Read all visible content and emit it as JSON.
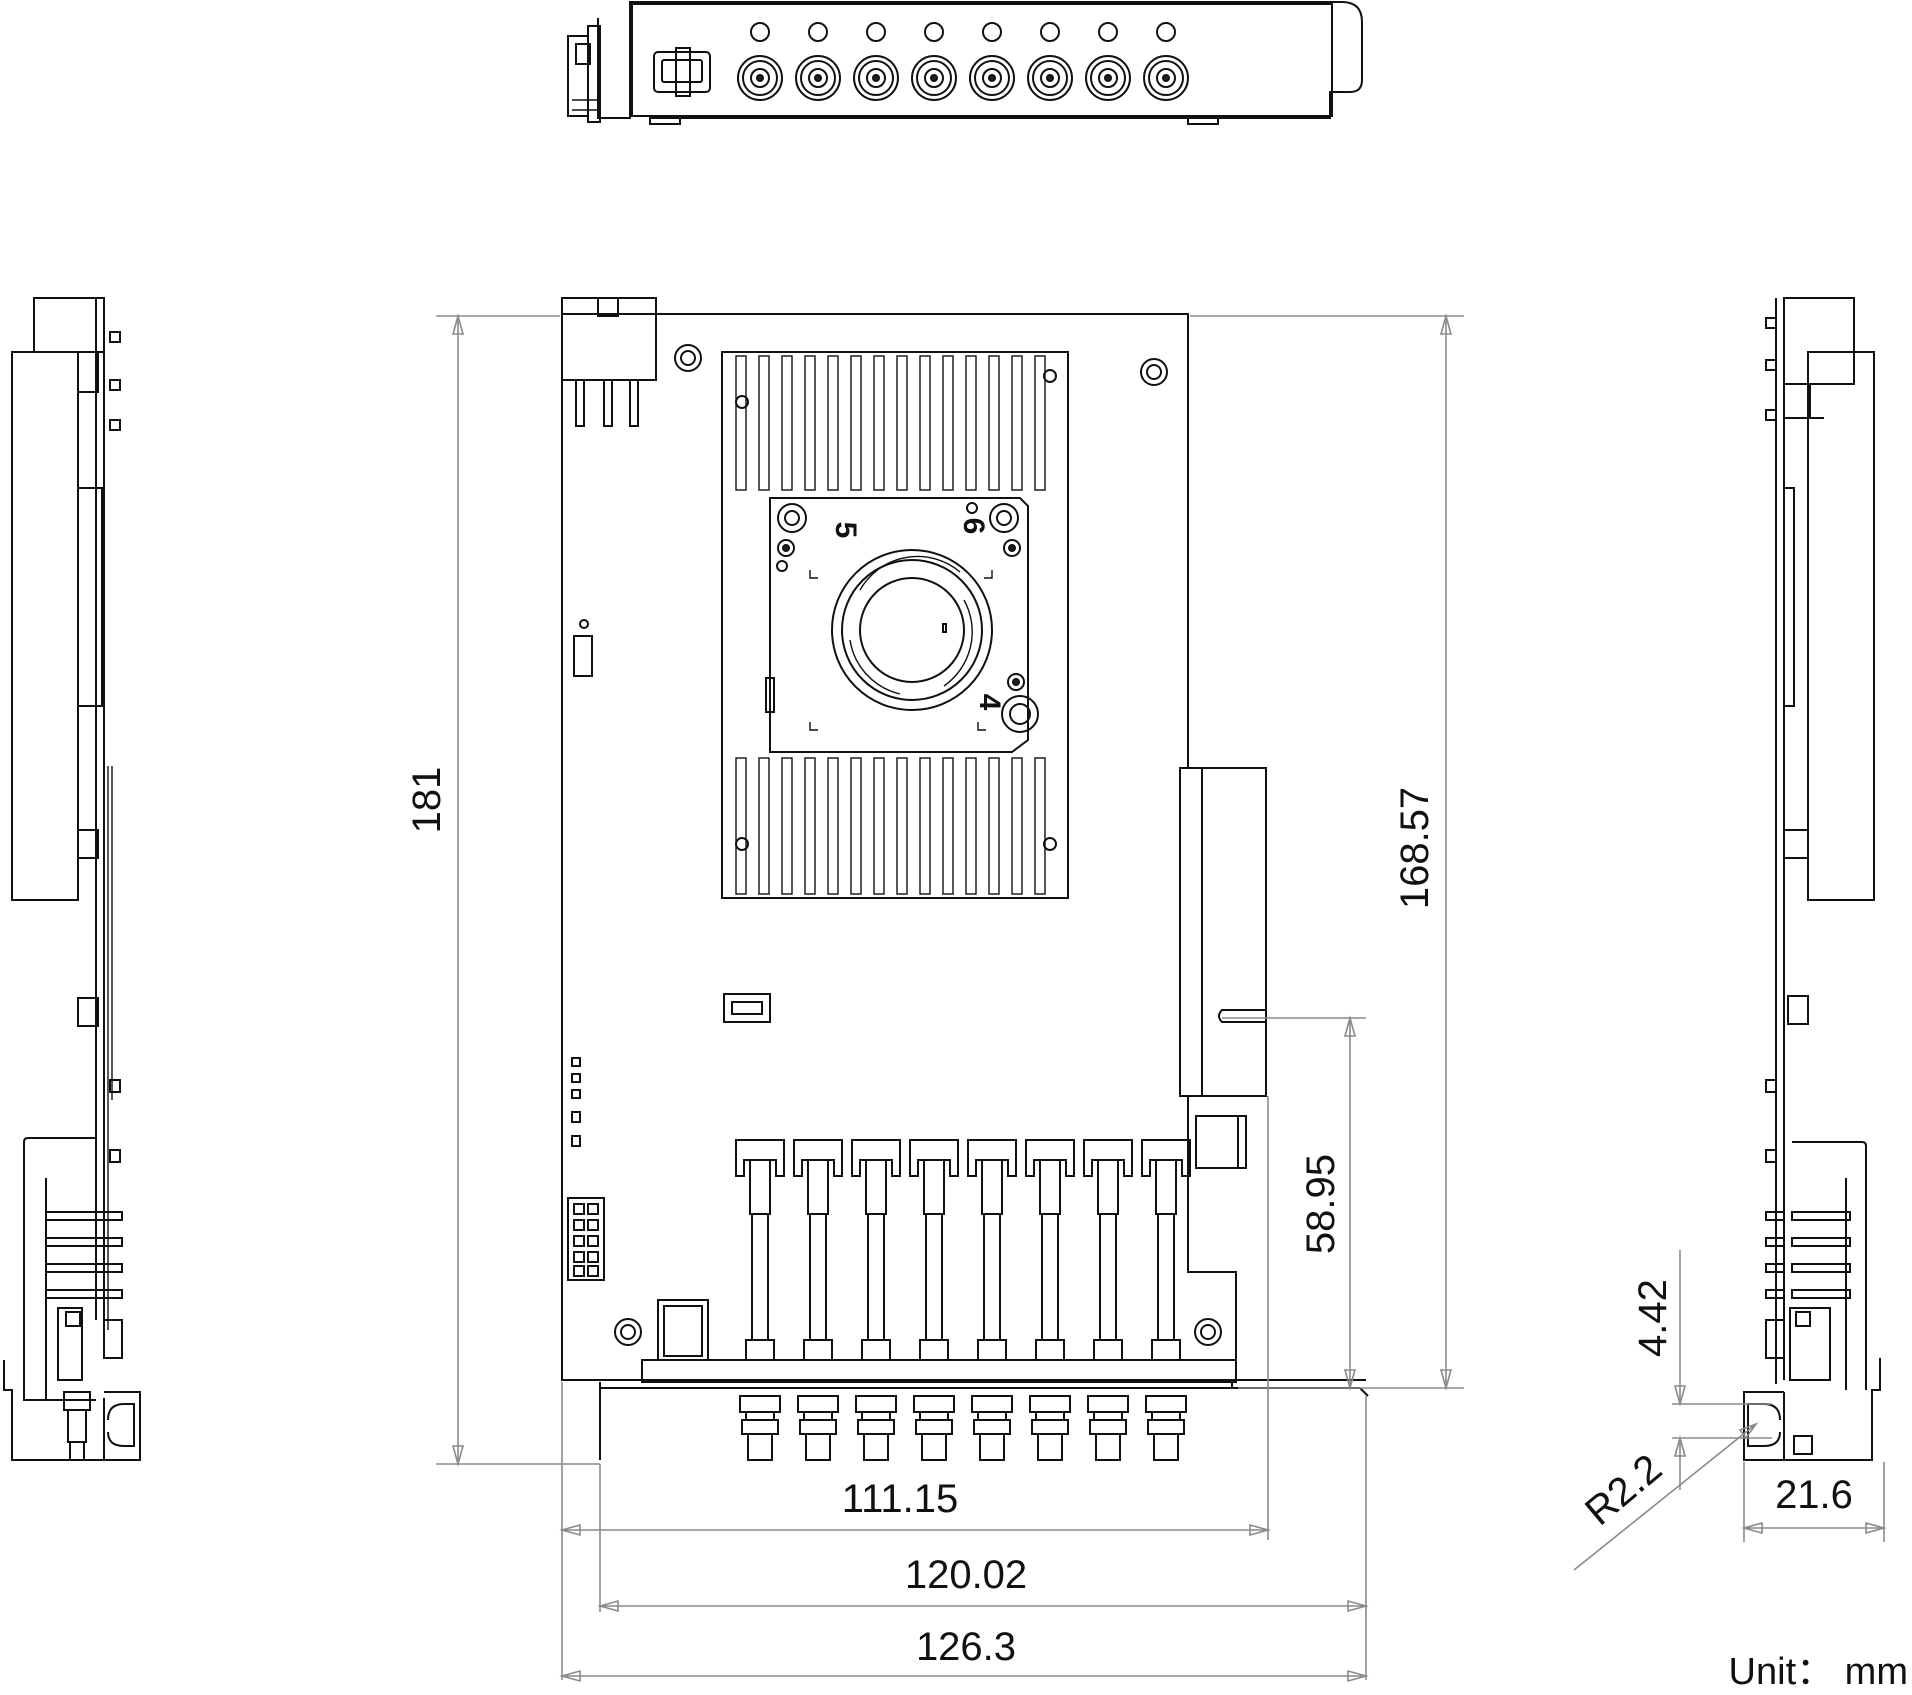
{
  "dimensions": {
    "height_total": "181",
    "height_board": "168.57",
    "connector_height": "58.95",
    "bracket_offset": "4.42",
    "slot_radius": "R2.2",
    "bracket_depth": "21.6",
    "width_board": "111.15",
    "width_bracket": "120.02",
    "width_total": "126.3"
  },
  "unit_label": "Unit： mm",
  "module_markers": [
    "5",
    "6",
    "4"
  ],
  "connector_count": 8
}
